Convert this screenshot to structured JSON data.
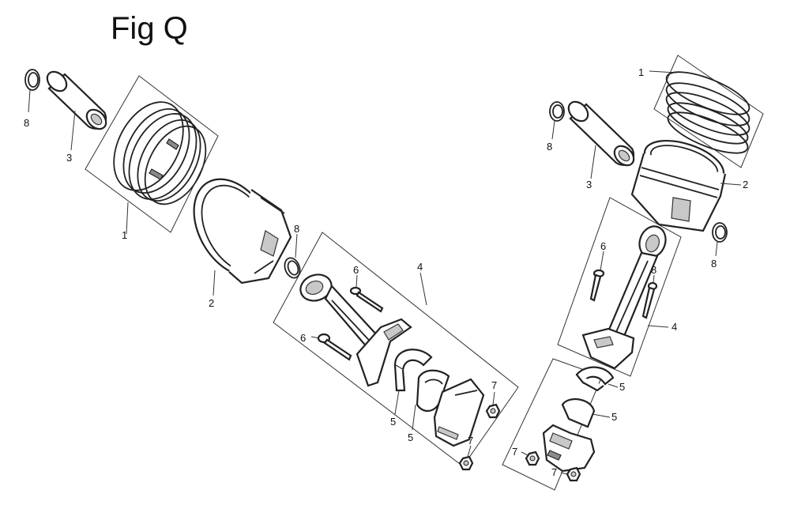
{
  "title": "Fig Q",
  "callouts": {
    "c1": "1",
    "c2": "2",
    "c3": "3",
    "c4": "4",
    "c5": "5",
    "c6": "6",
    "c7": "7",
    "c8": "8"
  }
}
